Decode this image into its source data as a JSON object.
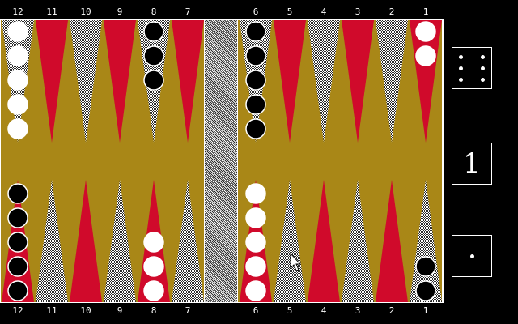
{
  "colors": {
    "board": "#a98717",
    "red_point": "#d00a2b",
    "white_checker": "#ffffff",
    "black_checker": "#000000",
    "outline": "#ffffff"
  },
  "labels": {
    "top": [
      "12",
      "11",
      "10",
      "9",
      "8",
      "7",
      "6",
      "5",
      "4",
      "3",
      "2",
      "1"
    ],
    "bottom": [
      "12",
      "11",
      "10",
      "9",
      "8",
      "7",
      "6",
      "5",
      "4",
      "3",
      "2",
      "1"
    ]
  },
  "points_top": [
    {
      "label": "12",
      "color": "hatch",
      "checkers": [
        {
          "color": "white",
          "count": 5
        }
      ]
    },
    {
      "label": "11",
      "color": "red",
      "checkers": []
    },
    {
      "label": "10",
      "color": "hatch",
      "checkers": []
    },
    {
      "label": "9",
      "color": "red",
      "checkers": []
    },
    {
      "label": "8",
      "color": "hatch",
      "checkers": [
        {
          "color": "black",
          "count": 3
        }
      ]
    },
    {
      "label": "7",
      "color": "red",
      "checkers": []
    },
    {
      "label": "6",
      "color": "hatch",
      "checkers": [
        {
          "color": "black",
          "count": 5
        }
      ]
    },
    {
      "label": "5",
      "color": "red",
      "checkers": []
    },
    {
      "label": "4",
      "color": "hatch",
      "checkers": []
    },
    {
      "label": "3",
      "color": "red",
      "checkers": []
    },
    {
      "label": "2",
      "color": "hatch",
      "checkers": []
    },
    {
      "label": "1",
      "color": "red",
      "checkers": [
        {
          "color": "white",
          "count": 2
        }
      ]
    }
  ],
  "points_bottom": [
    {
      "label": "12",
      "color": "red",
      "checkers": [
        {
          "color": "black",
          "count": 5
        }
      ]
    },
    {
      "label": "11",
      "color": "hatch",
      "checkers": []
    },
    {
      "label": "10",
      "color": "red",
      "checkers": []
    },
    {
      "label": "9",
      "color": "hatch",
      "checkers": []
    },
    {
      "label": "8",
      "color": "red",
      "checkers": [
        {
          "color": "white",
          "count": 3
        }
      ]
    },
    {
      "label": "7",
      "color": "hatch",
      "checkers": []
    },
    {
      "label": "6",
      "color": "red",
      "checkers": [
        {
          "color": "white",
          "count": 5
        }
      ]
    },
    {
      "label": "5",
      "color": "hatch",
      "checkers": []
    },
    {
      "label": "4",
      "color": "red",
      "checkers": []
    },
    {
      "label": "3",
      "color": "hatch",
      "checkers": []
    },
    {
      "label": "2",
      "color": "red",
      "checkers": []
    },
    {
      "label": "1",
      "color": "hatch",
      "checkers": [
        {
          "color": "black",
          "count": 2
        }
      ]
    }
  ],
  "dice": [
    6,
    1
  ],
  "doubling_cube": {
    "value": "1"
  }
}
